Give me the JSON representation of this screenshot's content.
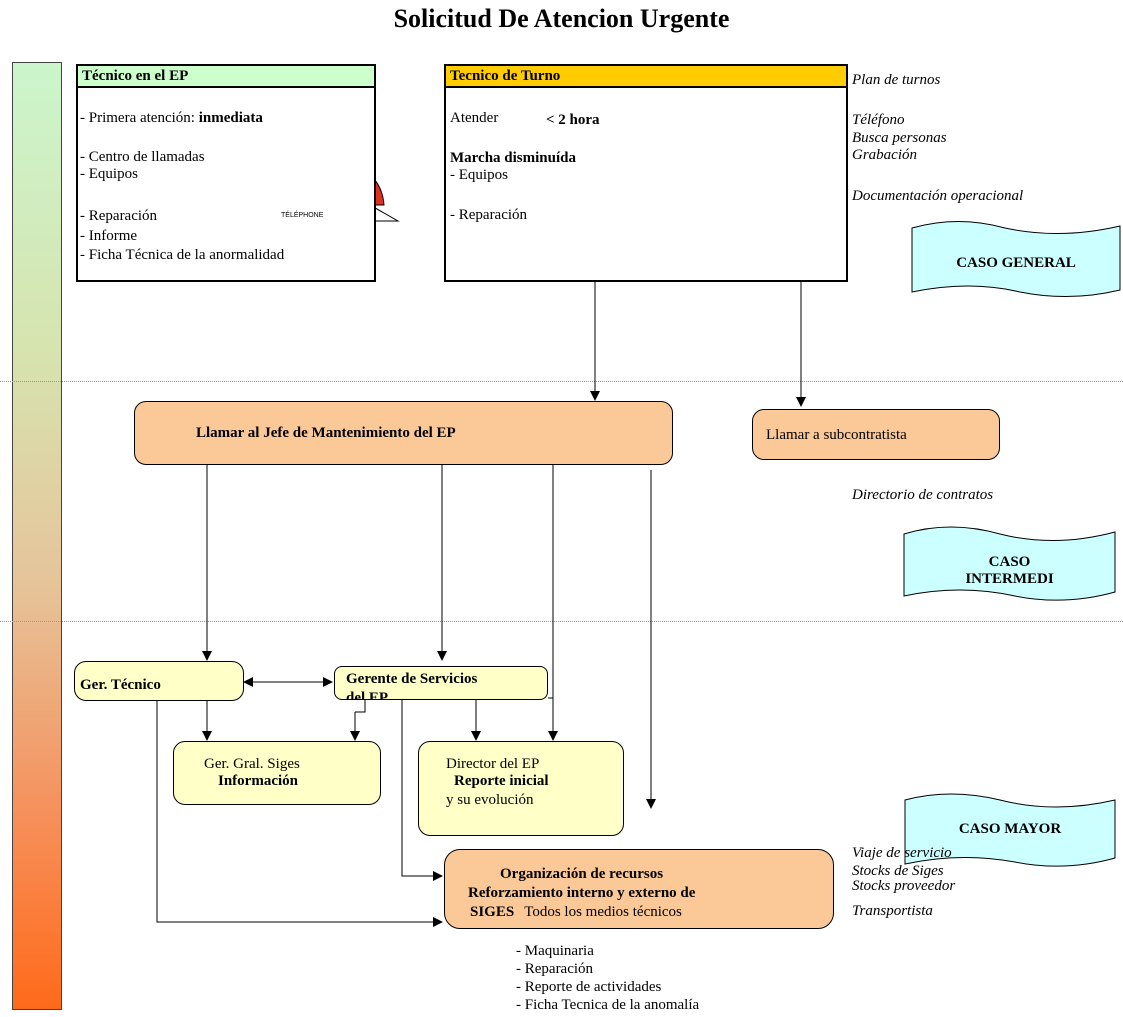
{
  "title": "Solicitud De Atencion Urgente",
  "tecnico_ep": {
    "header": "Técnico en el EP",
    "line1_prefix": "- Primera atención:",
    "line1_bold": "inmediata",
    "line2": "- Centro de llamadas",
    "line3": "- Equipos",
    "line4": "- Reparación",
    "line5": "- Informe",
    "line6": "- Ficha Técnica de la anormalidad",
    "phone_label": "TÉLÉPHONE"
  },
  "tecnico_turno": {
    "header": "Tecnico de Turno",
    "atender_label": "Atender",
    "atender_value": "< 2 hora",
    "marcha": "Marcha disminuída",
    "equipos": "- Equipos",
    "reparacion": "- Reparación"
  },
  "side_notes_top": {
    "plan": "Plan de turnos",
    "telefono": "Téléfono",
    "busca": "Busca personas",
    "grabacion": "Grabación",
    "documentacion": "Documentación operacional"
  },
  "cases": {
    "general": "CASO GENERAL",
    "intermedio_line1": "CASO",
    "intermedio_line2": "INTERMEDI",
    "mayor": "CASO MAYOR"
  },
  "jefe_mantenimiento": "Llamar al Jefe de Mantenimiento del EP",
  "subcontratista": "Llamar a subcontratista",
  "directorio": "Directorio de contratos",
  "ger_tecnico": "Ger. Técnico",
  "gerente_servicios_line1": "Gerente de Servicios",
  "gerente_servicios_line2": "del EP",
  "ger_gral_line1": "Ger. Gral. Siges",
  "ger_gral_line2": "Información",
  "director_line1": "Director del EP",
  "director_line2": "Reporte inicial",
  "director_line3": "y su evolución",
  "organizacion": {
    "line1": "Organización de recursos",
    "line2": "Reforzamiento interno y externo de",
    "line3_bold": "SIGES",
    "line3_rest": "Todos los medios técnicos"
  },
  "side_notes_bottom": {
    "viaje": "Viaje de servicio",
    "stocks_siges": "Stocks de Siges",
    "stocks_proveedor": "Stocks proveedor",
    "transportista": "Transportista"
  },
  "bottom_list": [
    "- Maquinaria",
    "- Reparación",
    "- Reporte de actividades",
    "- Ficha Tecnica de la anomalía"
  ],
  "colors": {
    "green_header": "#ccffcc",
    "yellow_header": "#ffcc00",
    "orange_box": "#fbc898",
    "yellow_box": "#ffffc8",
    "cyan_banner": "#ccffff"
  }
}
